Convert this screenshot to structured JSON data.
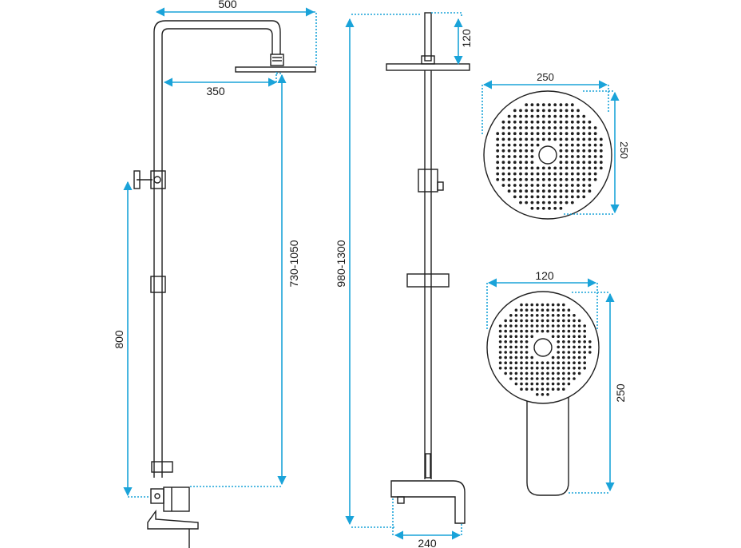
{
  "colors": {
    "dimension": "#1aa3d9",
    "outline": "#1f1f1f",
    "background": "#ffffff"
  },
  "dimensions": {
    "arm_length": "500",
    "arm_reach": "350",
    "lever_height": "800",
    "head_height_range": "730-1050",
    "total_height_range": "980-1300",
    "top_extension": "120",
    "head_width": "250",
    "head_depth": "250",
    "hand_width": "120",
    "hand_length": "250",
    "mixer_width": "240"
  }
}
